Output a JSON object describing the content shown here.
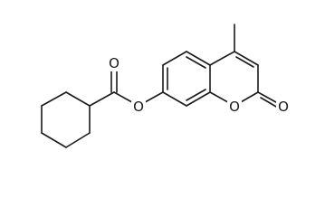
{
  "atoms": {
    "ester_carbonyl_oxygen": "O",
    "ester_linking_oxygen": "O",
    "ring_oxygen": "O",
    "lactone_carbonyl_oxygen": "O"
  },
  "colors": {
    "bond": "#1a1a1a",
    "label": "#1a1a1a",
    "background": "#ffffff"
  }
}
